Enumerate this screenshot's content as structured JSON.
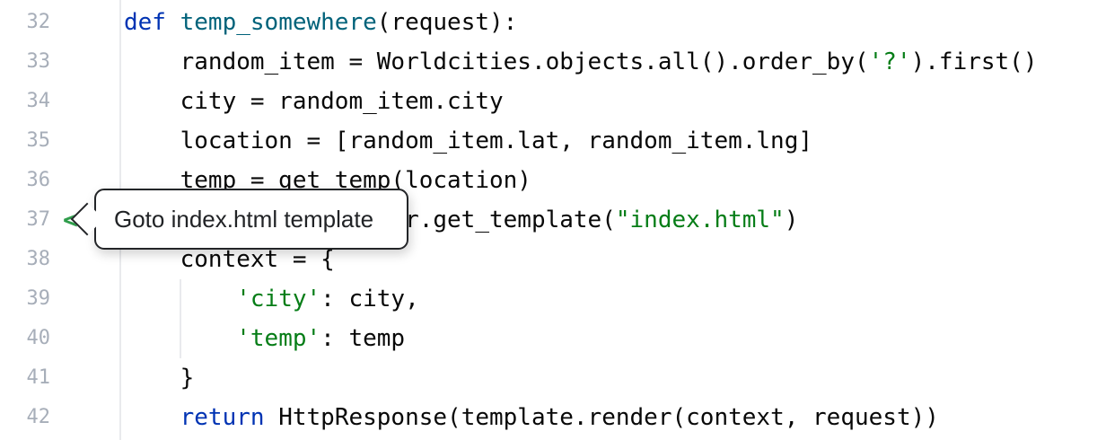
{
  "editor": {
    "language": "python",
    "background": "#ffffff",
    "palette": {
      "keyword": "#0033b3",
      "function_decl": "#00627a",
      "string": "#067d17",
      "plain_text": "#080808",
      "line_number": "#a7aeb9",
      "gutter_separator": "#e9eaed",
      "indent_guide": "#e9eaed",
      "gutter_icon_green": "#2f9d4b"
    },
    "lines": [
      {
        "num": "32",
        "tokens": [
          {
            "t": "def",
            "c": "keyword"
          },
          {
            "t": " ",
            "c": "plain"
          },
          {
            "t": "temp_somewhere",
            "c": "func"
          },
          {
            "t": "(request):",
            "c": "plain"
          }
        ]
      },
      {
        "num": "33",
        "tokens": [
          {
            "t": "    random_item = Worldcities.objects.all().order_by(",
            "c": "plain"
          },
          {
            "t": "'?'",
            "c": "string"
          },
          {
            "t": ").first()",
            "c": "plain"
          }
        ]
      },
      {
        "num": "34",
        "tokens": [
          {
            "t": "    city = random_item.city",
            "c": "plain"
          }
        ]
      },
      {
        "num": "35",
        "tokens": [
          {
            "t": "    location = [random_item.lat, random_item.lng]",
            "c": "plain"
          }
        ]
      },
      {
        "num": "36",
        "tokens": [
          {
            "t": "    temp = get_temp(location)",
            "c": "plain"
          }
        ]
      },
      {
        "num": "37",
        "tokens": [
          {
            "t": "    template = loader.get_template(",
            "c": "plain"
          },
          {
            "t": "\"index.html\"",
            "c": "string"
          },
          {
            "t": ")",
            "c": "plain"
          }
        ]
      },
      {
        "num": "38",
        "tokens": [
          {
            "t": "    context = {",
            "c": "plain"
          }
        ]
      },
      {
        "num": "39",
        "tokens": [
          {
            "t": "        ",
            "c": "plain"
          },
          {
            "t": "'city'",
            "c": "string"
          },
          {
            "t": ": city,",
            "c": "plain"
          }
        ]
      },
      {
        "num": "40",
        "tokens": [
          {
            "t": "        ",
            "c": "plain"
          },
          {
            "t": "'temp'",
            "c": "string"
          },
          {
            "t": ": temp",
            "c": "plain"
          }
        ]
      },
      {
        "num": "41",
        "tokens": [
          {
            "t": "    }",
            "c": "plain"
          }
        ]
      },
      {
        "num": "42",
        "tokens": [
          {
            "t": "    ",
            "c": "plain"
          },
          {
            "t": "return",
            "c": "keyword"
          },
          {
            "t": " HttpResponse(template.render(context, request))",
            "c": "plain"
          }
        ]
      }
    ]
  },
  "gutter": {
    "goto_template_icon": {
      "line": "37",
      "glyph": "<<"
    }
  },
  "tooltip": {
    "text": "Goto index.html template"
  }
}
